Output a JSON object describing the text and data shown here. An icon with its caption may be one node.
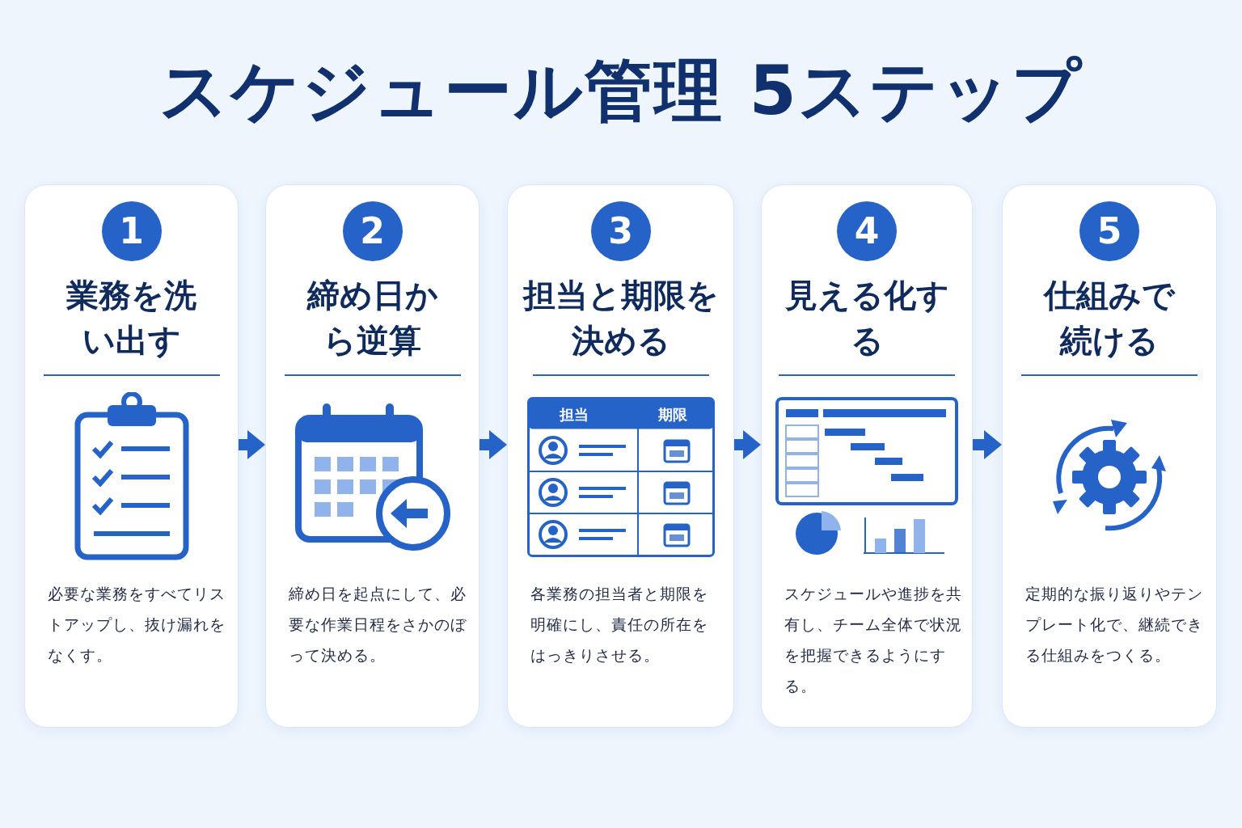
{
  "diagram": {
    "title": "スケジュール管理 5ステップ",
    "nodes": [
      {
        "text": [
          "業務を洗い出す",
          "必要な業務をすべてリストアップし、抜け漏れをなくす。"
        ]
      },
      {
        "text": [
          "1"
        ],
        "in": 0
      },
      {
        "text": [
          "締め日から逆算",
          "締め日を起点にして、必要な作業日程をさかのぼって決める。"
        ]
      },
      {
        "text": [
          "2"
        ],
        "in": 2
      },
      {
        "text": [
          "担当と期限を決める",
          "各業務の担当者と期限を明確にし、責任の所在をはっきりさせる。"
        ]
      },
      {
        "text": [
          "3"
        ],
        "in": 4
      },
      {
        "text": [
          "見える化する",
          "スケジュールや進捗を共有し、チーム全体で状況を把握できるようにする。"
        ]
      },
      {
        "text": [
          "4"
        ],
        "in": 6
      },
      {
        "text": [
          "仕組みで続ける",
          "定期的な振り返りやテンプレート化で、継続できる仕組みをつくる。"
        ]
      },
      {
        "text": [
          "5"
        ],
        "in": 8
      }
    ],
    "edges": [
      {
        "from": 0,
        "to": 2,
        "arrow": "to"
      },
      {
        "from": 2,
        "to": 4,
        "arrow": "to"
      },
      {
        "from": 4,
        "to": 6,
        "arrow": "to"
      },
      {
        "from": 6,
        "to": 8,
        "arrow": "to"
      }
    ],
    "labels": [
      "担当",
      "期限"
    ]
  }
}
